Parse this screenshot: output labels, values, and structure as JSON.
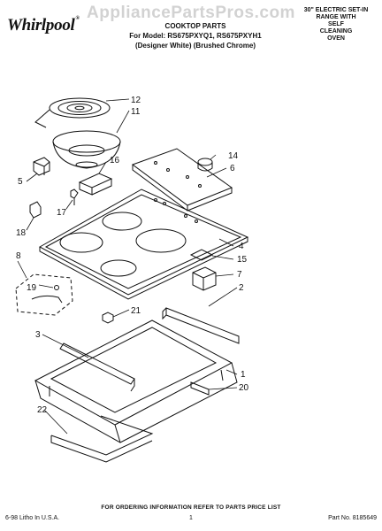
{
  "header": {
    "brand": "Whirlpool",
    "watermark": "AppliancePartsPros.com",
    "title_line1": "COOKTOP PARTS",
    "title_line2": "For Model: RS675PXYQ1, RS675PXYH1",
    "title_line3": "(Designer White) (Brushed Chrome)",
    "right_line1": "30\" ELECTRIC SET-IN",
    "right_line2": "RANGE WITH",
    "right_line3": "SELF",
    "right_line4": "CLEANING",
    "right_line5": "OVEN"
  },
  "callouts": {
    "c1": "1",
    "c2": "2",
    "c3": "3",
    "c4": "4",
    "c5": "5",
    "c6": "6",
    "c7": "7",
    "c8": "8",
    "c11": "11",
    "c12": "12",
    "c14": "14",
    "c15": "15",
    "c16": "16",
    "c17": "17",
    "c18": "18",
    "c19": "19",
    "c20": "20",
    "c21": "21",
    "c22": "22"
  },
  "footer": {
    "ordering_info": "FOR ORDERING INFORMATION REFER TO PARTS PRICE LIST",
    "printed": "6-98 Litho In U.S.A.",
    "page": "1",
    "part_no": "Part No. 8185649"
  }
}
